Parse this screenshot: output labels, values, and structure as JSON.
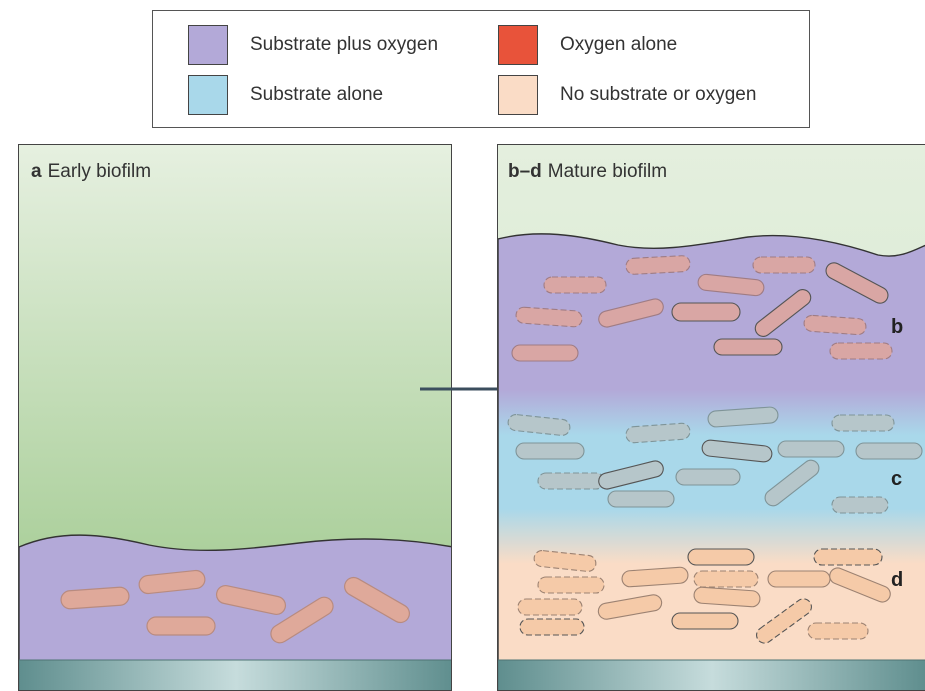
{
  "colors": {
    "substrate_plus_oxygen": "#b3a9d8",
    "oxygen_alone": "#e8533a",
    "substrate_alone": "#a9d8ea",
    "no_substrate_or_oxygen": "#fadcc6",
    "medium_top": "#e4efde",
    "medium_bottom": "#9cc888",
    "cell_fill": "#e2b4a6",
    "substratum": "#7aa6a6"
  },
  "legend": {
    "items": [
      {
        "label": "Substrate plus oxygen",
        "color": "#b3a9d8"
      },
      {
        "label": "Oxygen alone",
        "color": "#e8533a"
      },
      {
        "label": "Substrate alone",
        "color": "#a9d8ea"
      },
      {
        "label": "No substrate or oxygen",
        "color": "#fadcc6"
      }
    ]
  },
  "panel_a": {
    "tag": "a",
    "title": "Early biofilm"
  },
  "panel_bd": {
    "tag": "b–d",
    "title": "Mature biofilm",
    "zones": {
      "b": "b",
      "c": "c",
      "d": "d"
    }
  }
}
